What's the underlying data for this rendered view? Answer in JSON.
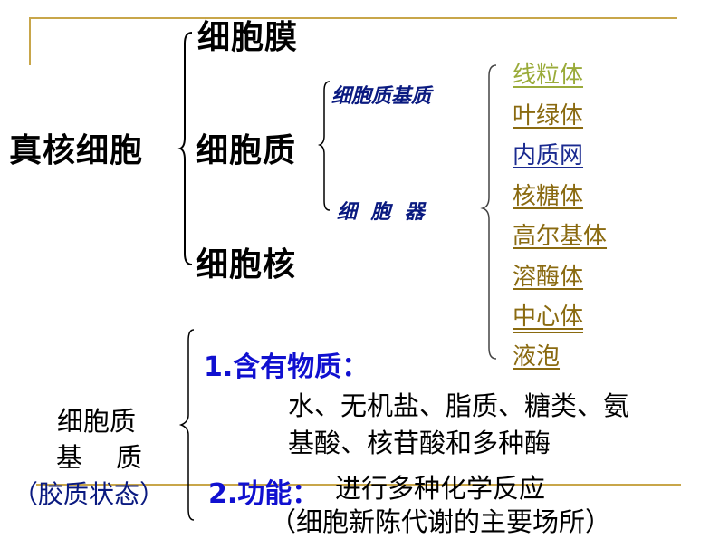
{
  "diagram": {
    "root": "真核细胞",
    "level1": [
      "细胞膜",
      "细胞质",
      "细胞核"
    ],
    "cytoplasm_parts": {
      "matrix": "细胞质基质",
      "organelles_label": "细  胞  器"
    },
    "organelles": [
      {
        "label": "线粒体",
        "color": "#9aab3a"
      },
      {
        "label": "叶绿体",
        "color": "#8a6a10"
      },
      {
        "label": "内质网",
        "color": "#1a2a90"
      },
      {
        "label": "核糖体",
        "color": "#8a6a10"
      },
      {
        "label": "高尔基体",
        "color": "#8a6a10"
      },
      {
        "label": "溶酶体",
        "color": "#8a6a10"
      },
      {
        "label": "中心体",
        "color": "#8a6a10"
      },
      {
        "label": "液泡",
        "color": "#8a6a10"
      }
    ]
  },
  "matrix_section": {
    "title_line1": "细胞质",
    "title_line2": "基    质",
    "title_line3": "（胶质状态）",
    "item1_heading": "1.含有物质：",
    "item1_line1": "水、无机盐、脂质、糖类、氨",
    "item1_line2": "基酸、核苷酸和多种酶",
    "item2_heading": "2.功能：",
    "item2_text": "进行多种化学反应",
    "item2_note": "（细胞新陈代谢的主要场所）"
  },
  "colors": {
    "decor_line": "#c8a64a",
    "heading_blue": "#1010d0",
    "navy": "#0a1a80"
  }
}
